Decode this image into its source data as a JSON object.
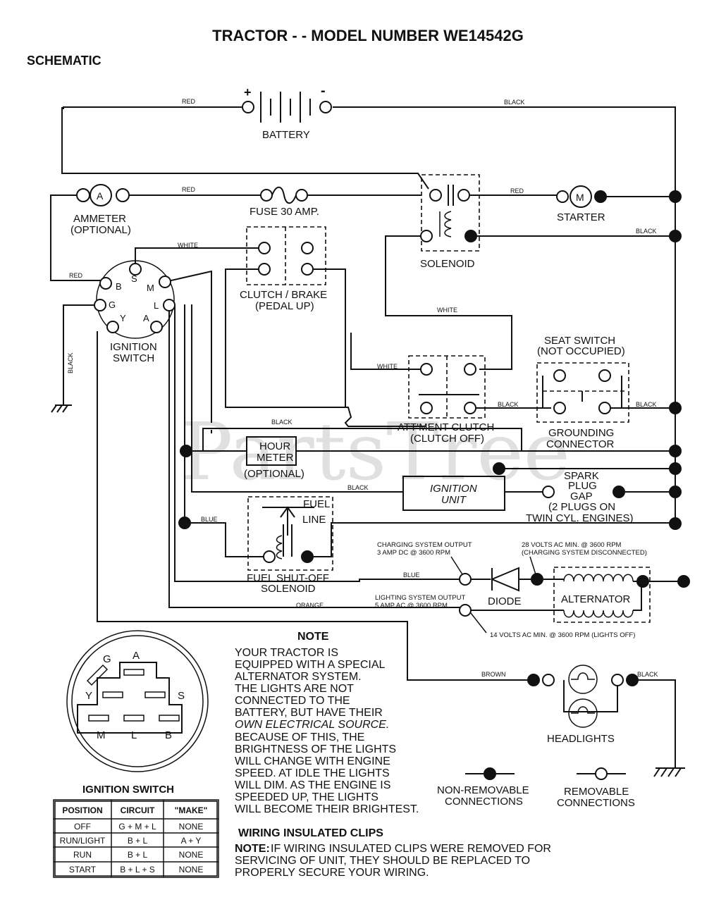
{
  "header": {
    "title": "TRACTOR - - MODEL NUMBER WE14542G",
    "subtitle": "SCHEMATIC"
  },
  "watermark": "PartsTree",
  "wires": {
    "red": "RED",
    "black": "BLACK",
    "white": "WHITE",
    "blue": "BLUE",
    "orange": "ORANGE",
    "brown": "BROWN"
  },
  "components": {
    "battery": "BATTERY",
    "battery_plus": "+",
    "battery_minus": "-",
    "ammeter_symbol": "A",
    "ammeter": "AMMETER",
    "ammeter_opt": "(OPTIONAL)",
    "fuse": "FUSE 30 AMP.",
    "solenoid": "SOLENOID",
    "starter_symbol": "M",
    "starter": "STARTER",
    "clutch_brake": "CLUTCH / BRAKE",
    "clutch_brake_state": "(PEDAL UP)",
    "ignition_switch": "IGNITION",
    "ignition_switch_2": "SWITCH",
    "seat_switch": "SEAT SWITCH",
    "seat_switch_state": "(NOT OCCUPIED)",
    "grounding_connector": "GROUNDING",
    "grounding_connector_2": "CONNECTOR",
    "attment_clutch": "ATT'MENT CLUTCH",
    "attment_clutch_state": "(CLUTCH OFF)",
    "hour_meter": "HOUR",
    "hour_meter_2": "METER",
    "hour_meter_opt": "(OPTIONAL)",
    "ignition_unit": "IGNITION",
    "ignition_unit_2": "UNIT",
    "spark_plug": "SPARK",
    "spark_plug_2": "PLUG",
    "spark_plug_3": "GAP",
    "spark_plug_4": "(2 PLUGS ON",
    "spark_plug_5": "TWIN CYL. ENGINES)",
    "fuel_line": "FUEL",
    "fuel_line_2": "LINE",
    "fuel_solenoid": "FUEL SHUT-OFF",
    "fuel_solenoid_2": "SOLENOID",
    "diode": "DIODE",
    "alternator": "ALTERNATOR",
    "headlights": "HEADLIGHTS"
  },
  "ignition_terminals": {
    "b": "B",
    "s": "S",
    "m": "M",
    "g": "G",
    "l": "L",
    "y": "Y",
    "a": "A"
  },
  "charging": {
    "out_1": "CHARGING SYSTEM OUTPUT",
    "out_2": "3 AMP DC @ 3600 RPM",
    "v28_1": "28 VOLTS AC MIN. @ 3600 RPM",
    "v28_2": "(CHARGING SYSTEM DISCONNECTED)",
    "light_1": "LIGHTING SYSTEM OUTPUT",
    "light_2": "5 AMP AC @ 3600 RPM",
    "v14": "14 VOLTS AC MIN. @ 3600 RPM (LIGHTS OFF)"
  },
  "note": {
    "heading": "NOTE",
    "lines": [
      "YOUR TRACTOR IS",
      "EQUIPPED WITH A SPECIAL",
      "ALTERNATOR SYSTEM.",
      "THE LIGHTS ARE NOT",
      "CONNECTED TO THE",
      "BATTERY, BUT HAVE THEIR",
      "OWN ELECTRICAL SOURCE.",
      "BECAUSE OF THIS, THE",
      "BRIGHTNESS OF THE LIGHTS",
      "WILL CHANGE WITH ENGINE",
      "SPEED.  AT IDLE THE LIGHTS",
      "WILL DIM.  AS THE ENGINE IS",
      "SPEEDED UP, THE LIGHTS",
      "WILL BECOME THEIR BRIGHTEST."
    ]
  },
  "legend": {
    "non_removable_1": "NON-REMOVABLE",
    "non_removable_2": "CONNECTIONS",
    "removable_1": "REMOVABLE",
    "removable_2": "CONNECTIONS"
  },
  "clips": {
    "heading": "WIRING INSULATED CLIPS",
    "note_bold": "NOTE:",
    "line1": "IF WIRING INSULATED CLIPS WERE REMOVED FOR",
    "line2": "SERVICING OF UNIT, THEY SHOULD BE REPLACED TO",
    "line3": "PROPERLY SECURE YOUR WIRING."
  },
  "connector": {
    "g": "G",
    "a": "A",
    "y": "Y",
    "s": "S",
    "m": "M",
    "l": "L",
    "b": "B"
  },
  "ignition_table": {
    "title": "IGNITION SWITCH",
    "headers": [
      "POSITION",
      "CIRCUIT",
      "\"MAKE\""
    ],
    "rows": [
      [
        "OFF",
        "G + M + L",
        "NONE"
      ],
      [
        "RUN/LIGHT",
        "B + L",
        "A + Y"
      ],
      [
        "RUN",
        "B + L",
        "NONE"
      ],
      [
        "START",
        "B + L + S",
        "NONE"
      ]
    ]
  }
}
